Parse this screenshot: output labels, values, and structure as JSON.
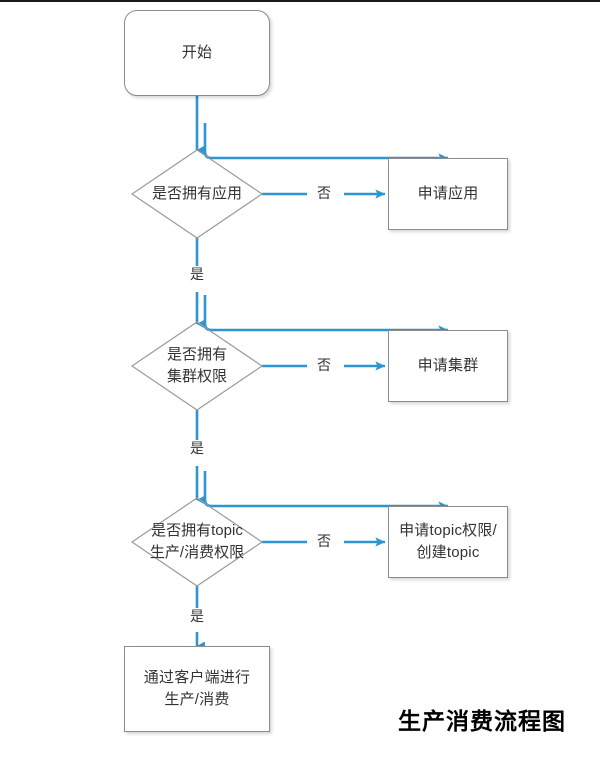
{
  "diagram": {
    "title": "生产消费流程图",
    "colors": {
      "connector": "#2e95d3",
      "node_stroke": "#8c8c8c",
      "diamond_stroke": "#9a9a9a",
      "text": "#333333",
      "title_text": "#000000",
      "background": "#ffffff"
    },
    "nodes": {
      "start": {
        "label": "开始",
        "shape": "rounded-rectangle"
      },
      "decision_app": {
        "label": "是否拥有应用",
        "shape": "diamond"
      },
      "action_app": {
        "label": "申请应用",
        "shape": "rectangle"
      },
      "decision_cluster": {
        "line1": "是否拥有",
        "line2": "集群权限",
        "shape": "diamond"
      },
      "action_cluster": {
        "label": "申请集群",
        "shape": "rectangle"
      },
      "decision_topic": {
        "line1": "是否拥有topic",
        "line2": "生产/消费权限",
        "shape": "diamond"
      },
      "action_topic": {
        "line1": "申请topic权限/",
        "line2": "创建topic",
        "shape": "rectangle"
      },
      "end": {
        "line1": "通过客户端进行",
        "line2": "生产/消费",
        "shape": "rectangle"
      }
    },
    "edge_labels": {
      "app_no": "否",
      "app_yes": "是",
      "cluster_no": "否",
      "cluster_yes": "是",
      "topic_no": "否",
      "topic_yes": "是"
    }
  }
}
